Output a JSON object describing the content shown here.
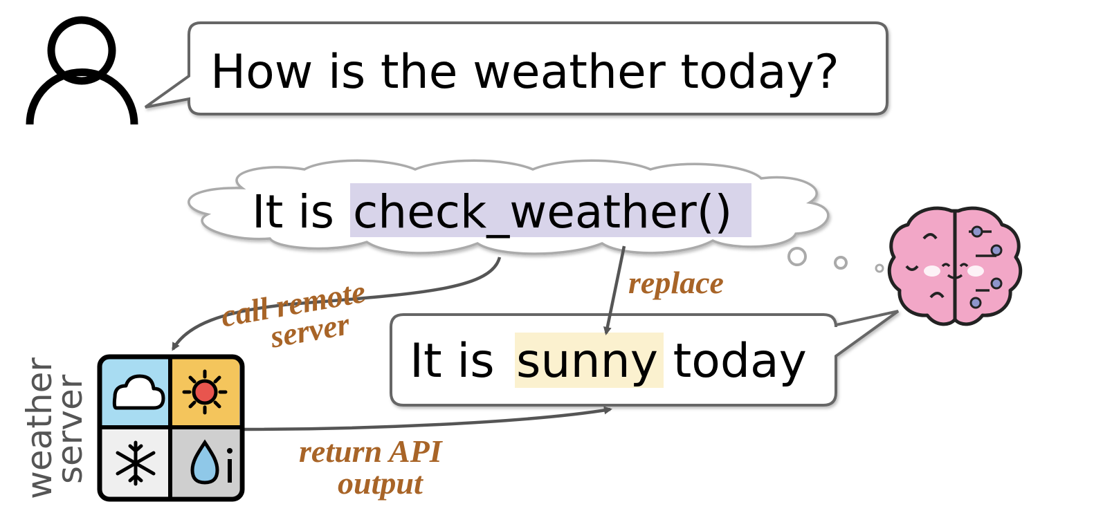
{
  "user_message": {
    "text": "How is the weather today?"
  },
  "thought": {
    "prefix": "It is ",
    "call": "check_weather()",
    "call_highlight_color": "#d8d4ea"
  },
  "reply": {
    "prefix": "It is ",
    "value": "sunny",
    "suffix": " today",
    "value_highlight_color": "#fbf1cf"
  },
  "arrows": {
    "call": {
      "line1": "call remote",
      "line2": "server"
    },
    "replace": {
      "label": "replace"
    },
    "return": {
      "line1": "return API",
      "line2": "output"
    }
  },
  "weather_server": {
    "line1": "weather",
    "line2": "server",
    "tiles": [
      {
        "icon": "cloud-icon",
        "color": "#a8dcf2"
      },
      {
        "icon": "sun-icon",
        "color": "#f4c55c"
      },
      {
        "icon": "snowflake-icon",
        "color": "#efefef"
      },
      {
        "icon": "raindrop-info-icon",
        "color": "#cfcfcf"
      }
    ]
  },
  "colors": {
    "label_brown": "#a86427",
    "stroke_gray": "#555555",
    "brain_pink": "#f2a7c7"
  },
  "icons": {
    "user": "user-icon",
    "brain": "brain-icon",
    "thought_bubbles": "thought-dots-icon"
  }
}
